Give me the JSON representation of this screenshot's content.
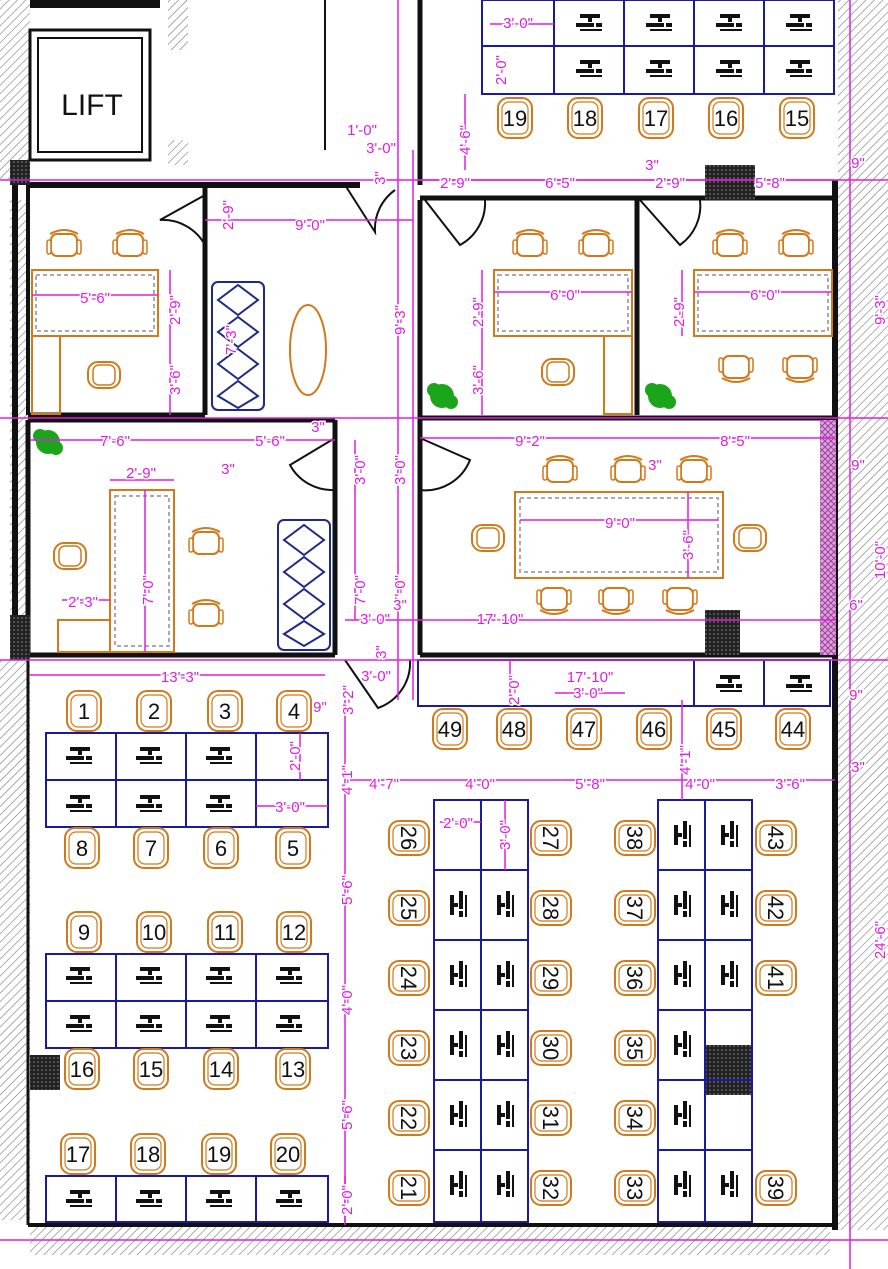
{
  "labels": {
    "lift": "LIFT"
  },
  "colors": {
    "wall": "#111111",
    "dimension": "#e01ee0",
    "furniture": "#d07a1c",
    "desk": "#1a1aa0",
    "sofa": "#1e2a8a",
    "plant": "#1aa51a",
    "hatch": "#777777"
  },
  "seat_numbers": {
    "top_row": [
      "19",
      "18",
      "17",
      "16",
      "15"
    ],
    "left_block_1_top": [
      "1",
      "2",
      "3",
      "4"
    ],
    "left_block_1_bottom": [
      "8",
      "7",
      "6",
      "5"
    ],
    "left_block_2_top": [
      "9",
      "10",
      "11",
      "12"
    ],
    "left_block_2_bottom": [
      "16",
      "15",
      "14",
      "13"
    ],
    "left_block_3_top": [
      "17",
      "18",
      "19",
      "20"
    ],
    "middle_row": [
      "49",
      "48",
      "47",
      "46",
      "45",
      "44"
    ],
    "col_a": [
      "26",
      "25",
      "24",
      "23",
      "22",
      "21"
    ],
    "col_b": [
      "27",
      "28",
      "29",
      "30",
      "31",
      "32"
    ],
    "col_c": [
      "38",
      "37",
      "36",
      "35",
      "34",
      "33"
    ],
    "col_d": [
      "43",
      "42",
      "41",
      "39"
    ]
  },
  "dimensions": {
    "d1": "3'-0\"",
    "d2": "2'-0\"",
    "d3": "1'-0\"",
    "d4": "3'-0\"",
    "d5": "3\"",
    "d6": "4'-6\"",
    "d7": "2'-9\"",
    "d8": "6'-5\"",
    "d9": "3\"",
    "d10": "2'-9\"",
    "d11": "5'-8\"",
    "d12": "9\"",
    "d13": "9'-0\"",
    "d14": "2'-9\"",
    "d15": "9'-3\"",
    "d16": "5'-6\"",
    "d17": "2'-9\"",
    "d18": "7'-3\"",
    "d19": "3'-6\"",
    "d20": "6'-0\"",
    "d21": "2'-9\"",
    "d22": "3'-6\"",
    "d23": "6'-0\"",
    "d24": "2'-9\"",
    "d25": "9'-3\"",
    "d26": "3\"",
    "d27": "7'-6\"",
    "d28": "5'-6\"",
    "d29": "3\"",
    "d30": "3'-0\"",
    "d31": "3'-0\"",
    "d32": "9'-2\"",
    "d33": "8'-5\"",
    "d34": "2'-9\"",
    "d35": "7'-0\"",
    "d36": "9'-0\"",
    "d37": "3'-6\"",
    "d38": "3\"",
    "d39": "9\"",
    "d40": "10'-0\"",
    "d41": "2'-3\"",
    "d42": "7'-0\"",
    "d43": "7'-0\"",
    "d44": "3'-0\"",
    "d45": "3\"",
    "d46": "17'-10\"",
    "d47": "6\"",
    "d48": "13'-3\"",
    "d49": "3'-2\"",
    "d50": "3'-0\"",
    "d51": "3\"",
    "d52": "17'-10\"",
    "d53": "2'-0\"",
    "d54": "3'-0\"",
    "d55": "2'-0\"",
    "d56": "3'-0\"",
    "d57": "4'-1\"",
    "d58": "4'-7\"",
    "d59": "4'-0\"",
    "d60": "5'-8\"",
    "d61": "4'-1\"",
    "d62": "4'-0\"",
    "d63": "3'-6\"",
    "d64": "3\"",
    "d65": "2'-0\"",
    "d66": "3'-0\"",
    "d67": "5'-6\"",
    "d68": "4'-0\"",
    "d69": "5'-6\"",
    "d70": "2'-0\"",
    "d71": "24'-6\"",
    "d72": "9\"",
    "d73": "9\""
  }
}
